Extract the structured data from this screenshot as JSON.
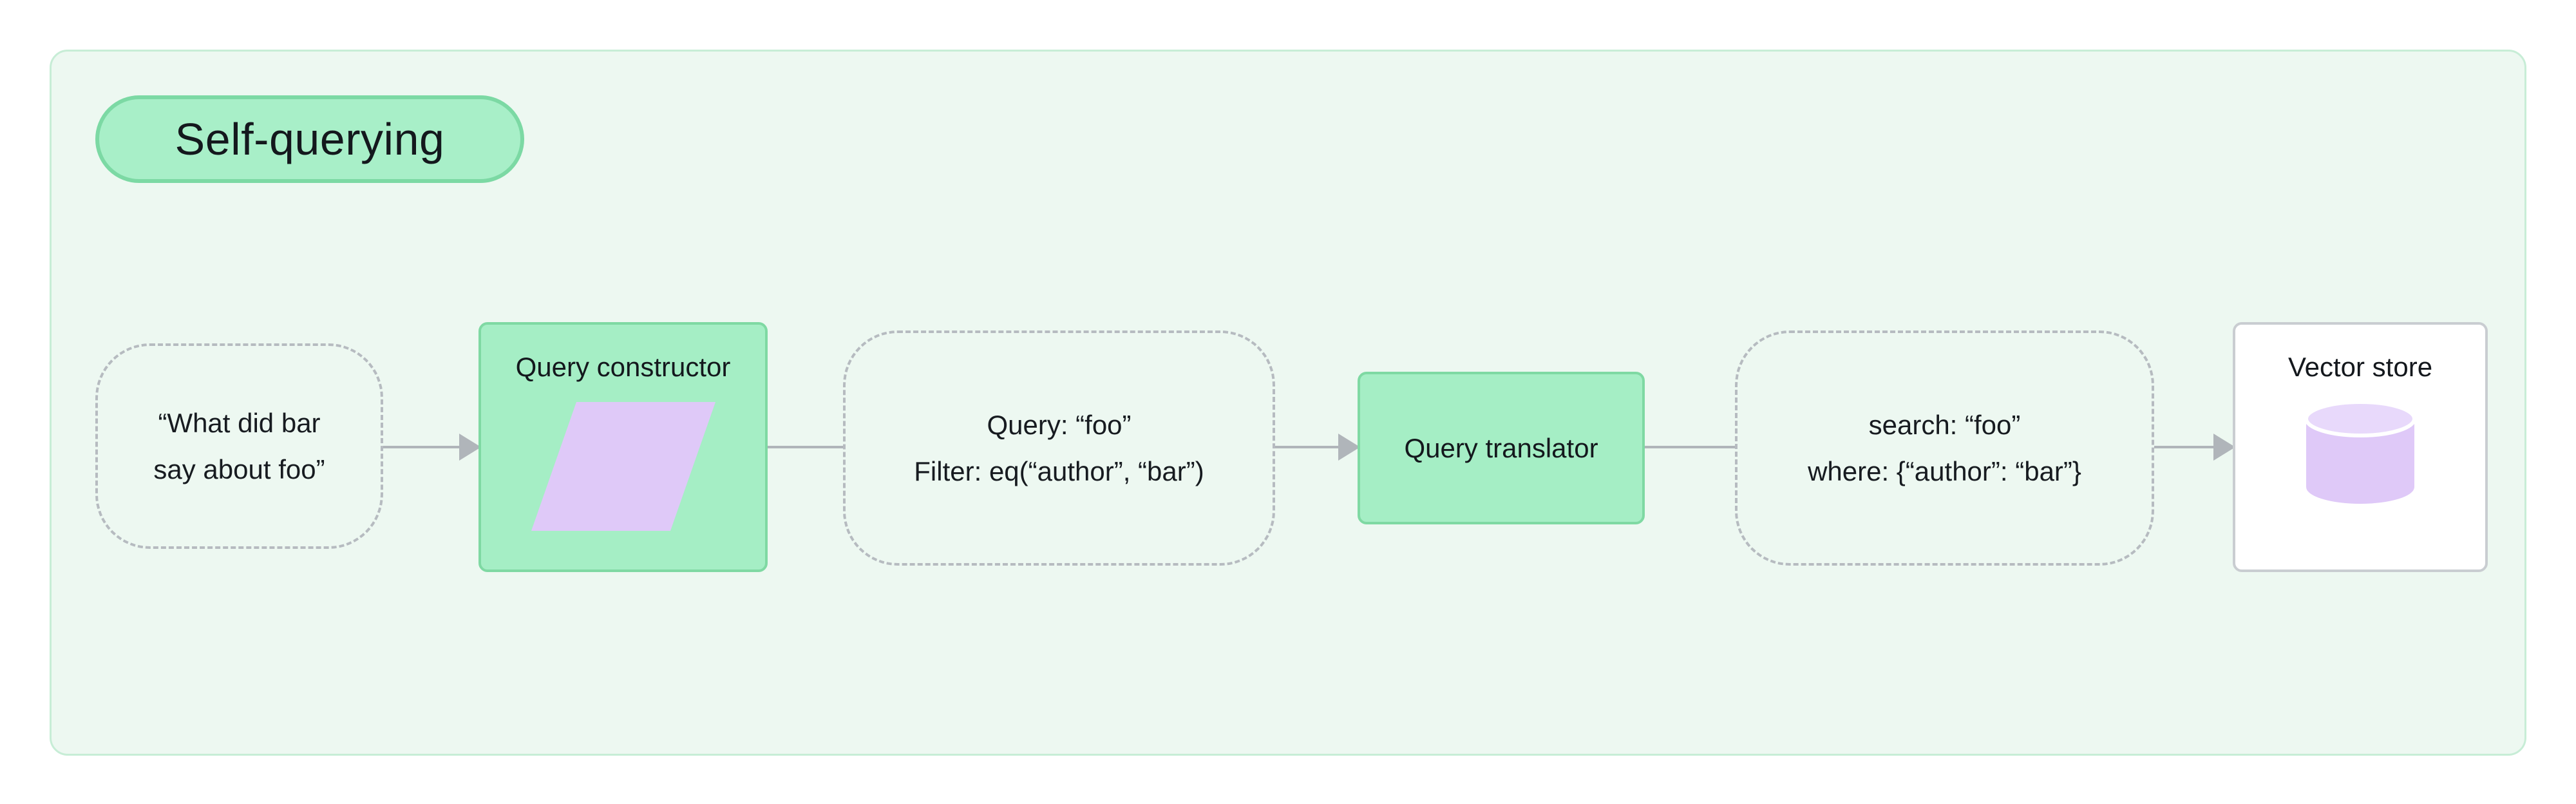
{
  "badge": {
    "label": "Self-querying"
  },
  "nodes": {
    "user_query": {
      "line1": "“What did bar",
      "line2": "say about foo”"
    },
    "query_constructor": {
      "label": "Query constructor",
      "icon": "parallelogram-icon"
    },
    "structured_query": {
      "line1": "Query: “foo”",
      "line2": "Filter: eq(“author”, “bar”)"
    },
    "query_translator": {
      "label": "Query translator"
    },
    "translated_query": {
      "line1": "search: “foo”",
      "line2": "where: {“author”: “bar”}"
    },
    "vector_store": {
      "label": "Vector store",
      "icon": "database-icon"
    }
  },
  "colors": {
    "panel_background": "#edf8f1",
    "panel_border": "#c7edd6",
    "accent_green_fill": "#a5eec5",
    "accent_green_border": "#7fd9a3",
    "dashed_gray": "#b6bbc0",
    "connector_gray": "#b0b5ba",
    "icon_purple": "#dfc9f8",
    "icon_purple_light": "#e8d9fb",
    "text": "#15191e"
  }
}
